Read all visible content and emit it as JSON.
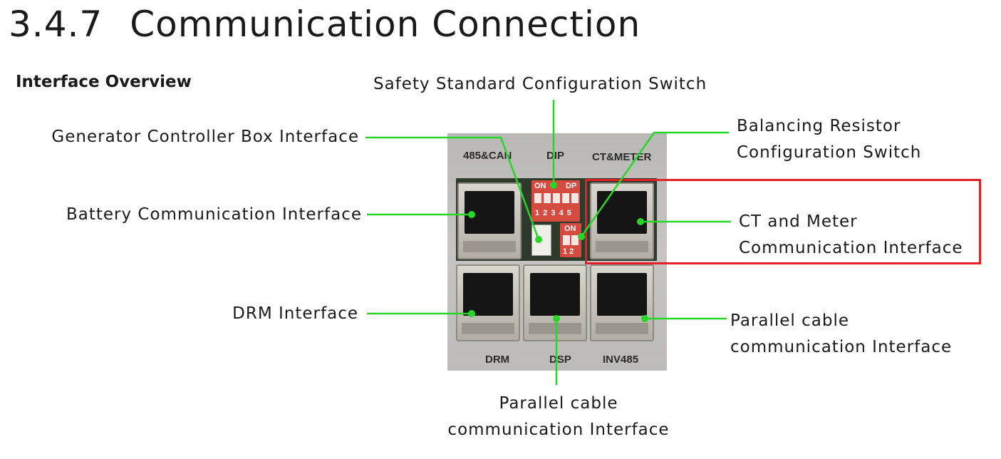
{
  "section": {
    "number": "3.4.7",
    "title": "Communication Connection"
  },
  "subheading": "Interface Overview",
  "panel": {
    "labels": {
      "can485": "485&CAN",
      "dip": "DIP",
      "ct_meter": "CT&METER",
      "drm": "DRM",
      "dsp": "DSP",
      "inv485": "INV485"
    },
    "dip_switch_text": {
      "on": "ON",
      "dp": "DP",
      "positions": "1 2 3 4 5"
    },
    "small_dip_text": {
      "on": "ON",
      "positions": "1 2"
    }
  },
  "callouts": {
    "safety_switch": "Safety Standard Configuration Switch",
    "generator_box": "Generator Controller Box Interface",
    "balancing_line1": "Balancing Resistor",
    "balancing_line2": "Configuration Switch",
    "battery_comm": "Battery Communication Interface",
    "ct_meter_line1": "CT and Meter",
    "ct_meter_line2": "Communication Interface",
    "drm": "DRM Interface",
    "parallel_right_line1": "Parallel cable",
    "parallel_right_line2": "communication Interface",
    "parallel_bottom_line1": "Parallel cable",
    "parallel_bottom_line2": "communication Interface"
  },
  "colors": {
    "leader_line": "#27d627",
    "highlight_box": "#e32028",
    "text": "#1a1a1a"
  }
}
